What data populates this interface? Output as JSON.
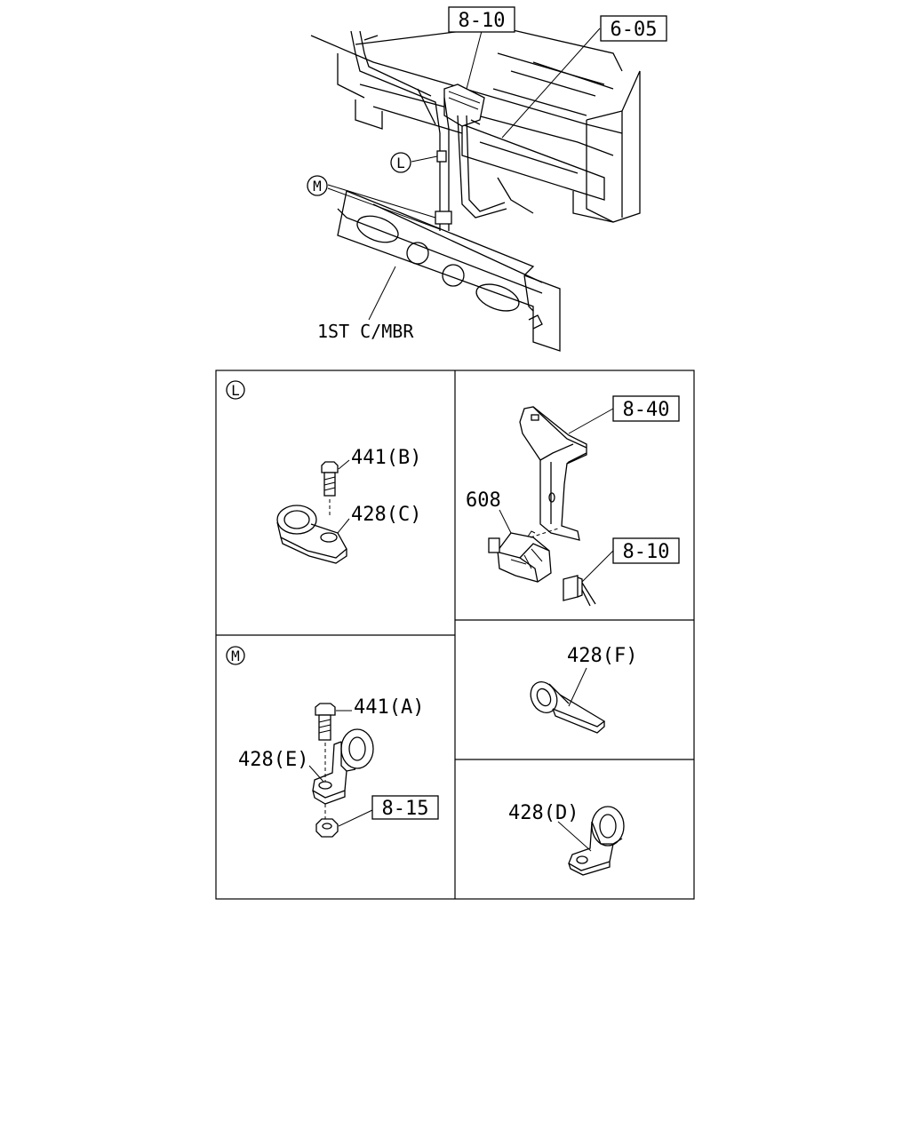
{
  "callouts": {
    "ref_8_10_top": "8-10",
    "ref_6_05": "6-05",
    "ref_8_40": "8-40",
    "ref_8_10_right": "8-10",
    "ref_8_15": "8-15",
    "part_608": "608",
    "part_441B": "441(B)",
    "part_428C": "428(C)",
    "part_441A": "441(A)",
    "part_428E": "428(E)",
    "part_428F": "428(F)",
    "part_428D": "428(D)",
    "crossmember_label": "1ST C/MBR"
  },
  "detail_markers": {
    "L": "L",
    "M": "M"
  },
  "panels": {
    "L_title": "L",
    "M_title": "M"
  }
}
